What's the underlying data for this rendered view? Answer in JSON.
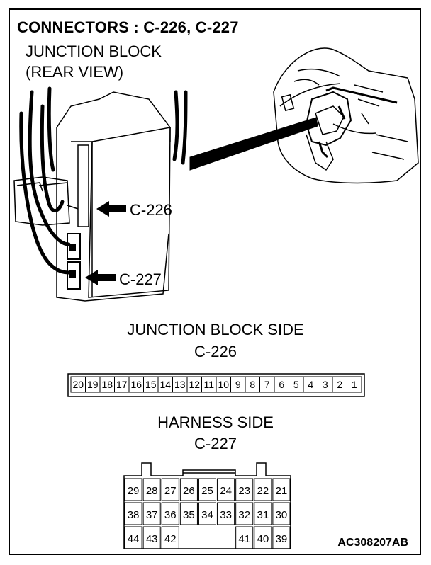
{
  "title": "CONNECTORS : C-226, C-227",
  "location": {
    "line1": "JUNCTION BLOCK",
    "line2": "(REAR VIEW)"
  },
  "callouts": {
    "c226": "C-226",
    "c227": "C-227"
  },
  "connector_c226": {
    "side_label": "JUNCTION BLOCK SIDE",
    "name": "C-226",
    "pins": [
      "20",
      "19",
      "18",
      "17",
      "16",
      "15",
      "14",
      "13",
      "12",
      "11",
      "10",
      "9",
      "8",
      "7",
      "6",
      "5",
      "4",
      "3",
      "2",
      "1"
    ]
  },
  "connector_c227": {
    "side_label": "HARNESS SIDE",
    "name": "C-227",
    "row1": [
      "29",
      "28",
      "27",
      "26",
      "25",
      "24",
      "23",
      "22",
      "21"
    ],
    "row2": [
      "38",
      "37",
      "36",
      "35",
      "34",
      "33",
      "32",
      "31",
      "30"
    ],
    "row3_left": [
      "44",
      "43",
      "42"
    ],
    "row3_right": [
      "41",
      "40",
      "39"
    ]
  },
  "figure_code": "AC308207AB"
}
